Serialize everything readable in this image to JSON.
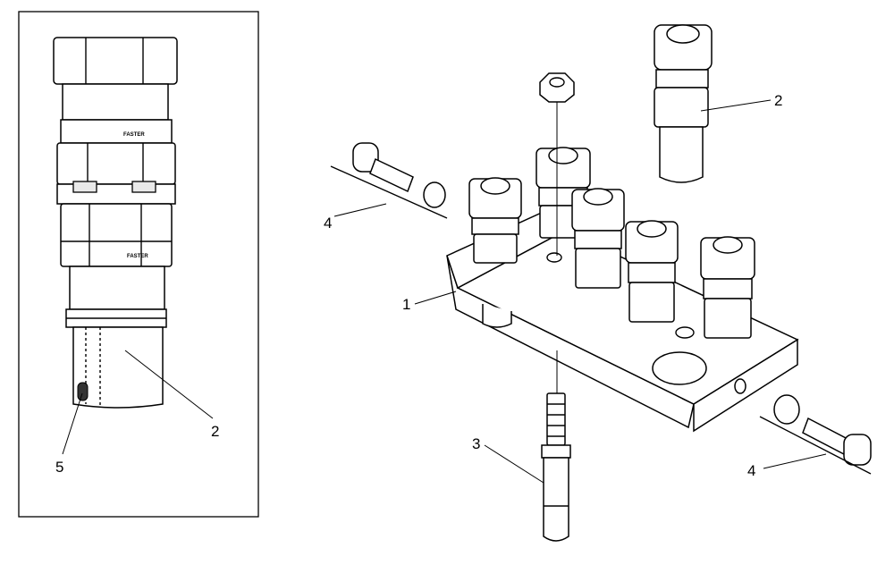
{
  "inset": {
    "brand_marks": [
      "FASTER",
      "FASTER"
    ],
    "callouts": [
      "2",
      "5"
    ]
  },
  "main": {
    "callouts": [
      "1",
      "2",
      "3",
      "4",
      "4"
    ]
  }
}
